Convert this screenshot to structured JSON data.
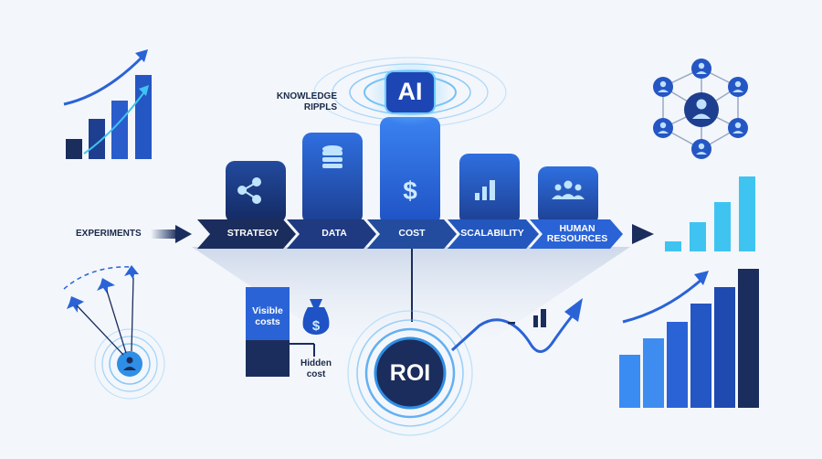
{
  "labels": {
    "knowledge_ripples": "KNOWLEDGE\nRIPPLS",
    "experiments": "EXPERIMENTS",
    "ai": "AI",
    "roi": "ROI",
    "visible_costs": "Visible\ncosts",
    "hidden_cost": "Hidden\ncost"
  },
  "flow_steps": [
    {
      "label": "STRATEGY",
      "icon": "network-nodes-icon"
    },
    {
      "label": "DATA",
      "icon": "database-icon"
    },
    {
      "label": "COST",
      "icon": "dollar-icon"
    },
    {
      "label": "SCALABILITY",
      "icon": "bar-chart-icon"
    },
    {
      "label": "HUMAN\nRESOURCES",
      "icon": "people-group-icon"
    }
  ],
  "colors": {
    "navy": "#1b2d5c",
    "deep_blue": "#1e3f8f",
    "blue": "#2a63d6",
    "bright_blue": "#3b8cf2",
    "cyan": "#3fc4f2",
    "background": "#f3f6fb"
  }
}
